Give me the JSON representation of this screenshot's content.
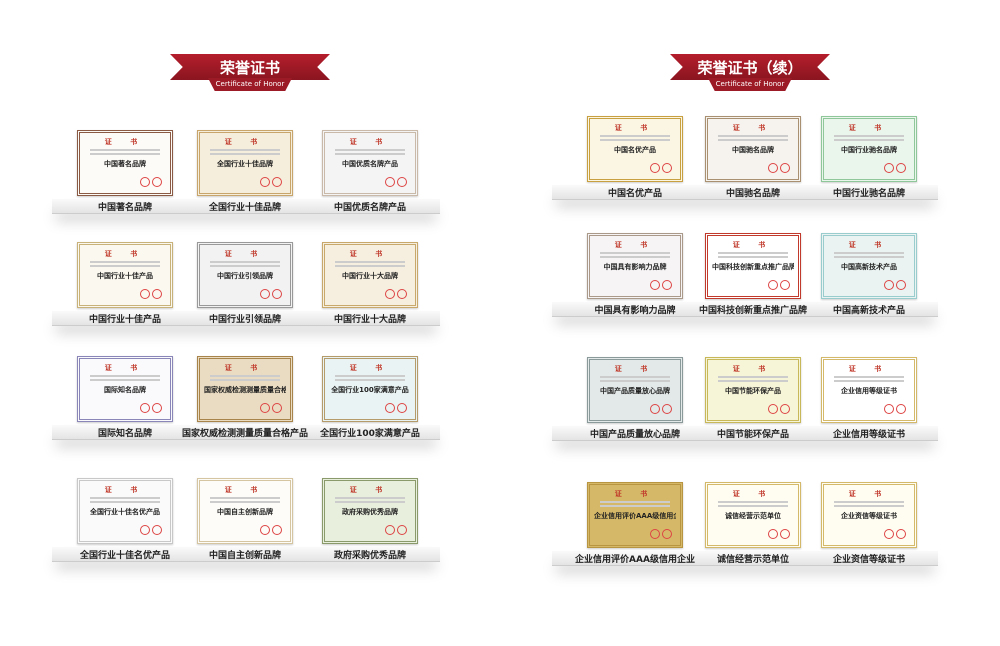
{
  "left": {
    "title": "荣誉证书",
    "subtitle": "Certificate of Honor",
    "rows": [
      [
        "中国著名品牌",
        "全国行业十佳品牌",
        "中国优质名牌产品"
      ],
      [
        "中国行业十佳产品",
        "中国行业引领品牌",
        "中国行业十大品牌"
      ],
      [
        "国际知名品牌",
        "国家权威检测测量质量合格产品",
        "全国行业100家满意产品"
      ],
      [
        "全国行业十佳名优产品",
        "中国自主创新品牌",
        "政府采购优秀品牌"
      ]
    ]
  },
  "right": {
    "title": "荣誉证书（续）",
    "subtitle": "Certificate of Honor",
    "rows": [
      [
        "中国名优产品",
        "中国驰名品牌",
        "中国行业驰名品牌"
      ],
      [
        "中国具有影响力品牌",
        "中国科技创新重点推广品牌",
        "中国高新技术产品"
      ],
      [
        "中国产品质量放心品牌",
        "中国节能环保产品",
        "企业信用等级证书"
      ],
      [
        "企业信用评价AAA级信用企业",
        "诚信经营示范单位",
        "企业资信等级证书"
      ]
    ]
  },
  "cert_heading": "证 书",
  "colors": {
    "banner": "#a51c2a",
    "seal": "#c0392b"
  }
}
